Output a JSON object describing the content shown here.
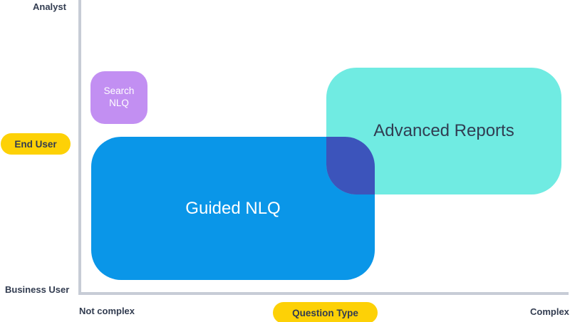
{
  "axes": {
    "y_axis": {
      "top_label": "Analyst",
      "bottom_label": "Business User",
      "pill_label": "End User"
    },
    "x_axis": {
      "left_label": "Not complex",
      "right_label": "Complex",
      "pill_label": "Question Type"
    }
  },
  "regions": [
    {
      "id": "search_nlq",
      "label": "Search NLQ",
      "label_lines": [
        "Search",
        "NLQ"
      ],
      "color": "#c28ff2",
      "text_color": "#ffffff"
    },
    {
      "id": "guided_nlq",
      "label": "Guided NLQ",
      "color": "#0a96e8",
      "text_color": "#ffffff"
    },
    {
      "id": "advanced_reports",
      "label": "Advanced Reports",
      "color": "#70ebe2",
      "text_color": "#313d52"
    },
    {
      "id": "guided_advanced_overlap",
      "label": "",
      "color": "#3c54bb"
    }
  ],
  "colors": {
    "background": "#ffffff",
    "axis_line": "#c7ccd6",
    "label_text": "#323c50",
    "pill_bg": "#fdd106",
    "pill_text": "#323c50"
  }
}
